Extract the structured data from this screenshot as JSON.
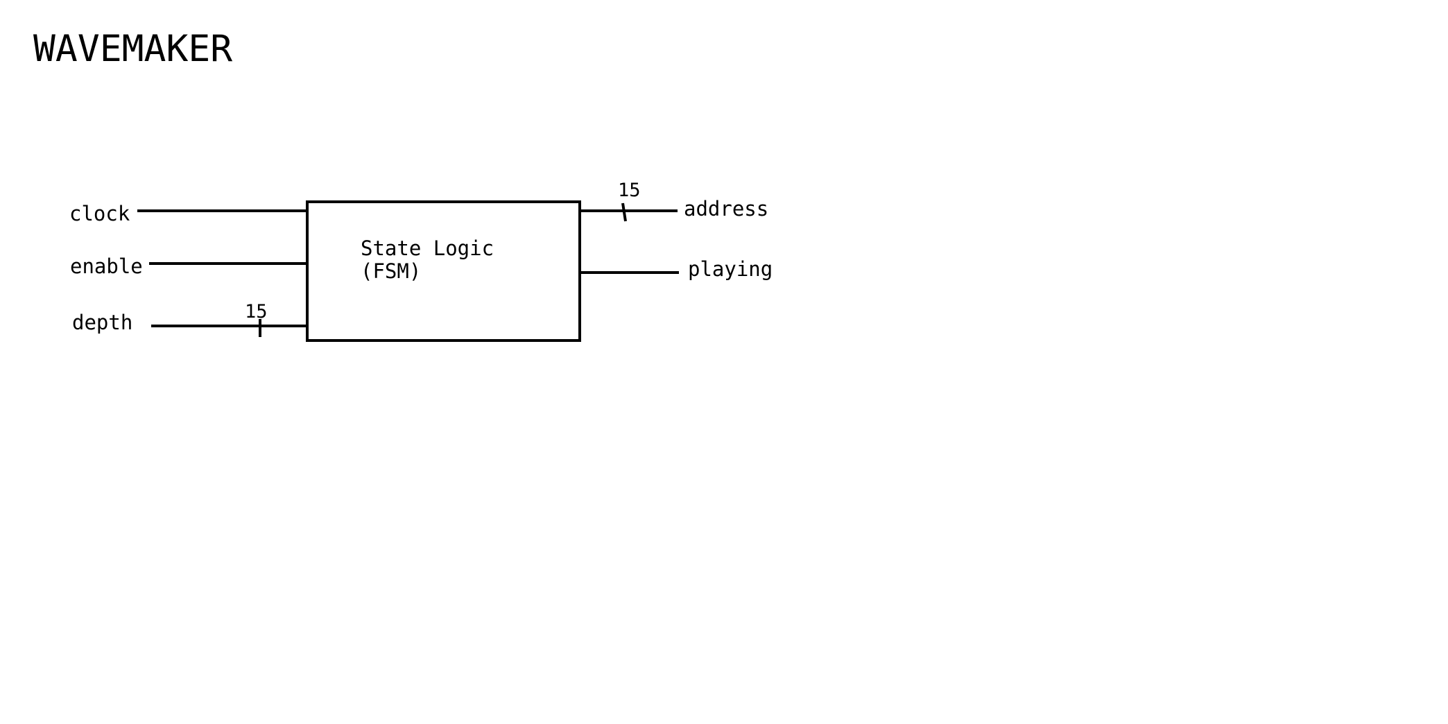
{
  "title": "WAVEMAKER",
  "block": {
    "line1": "State Logic",
    "line2": "(FSM)"
  },
  "inputs": [
    {
      "label": "clock"
    },
    {
      "label": "enable"
    },
    {
      "label": "depth",
      "bus_width": "15"
    }
  ],
  "outputs": [
    {
      "label": "address",
      "bus_width": "15"
    },
    {
      "label": "playing"
    }
  ],
  "colors": {
    "stroke": "#000000",
    "background": "#ffffff"
  }
}
